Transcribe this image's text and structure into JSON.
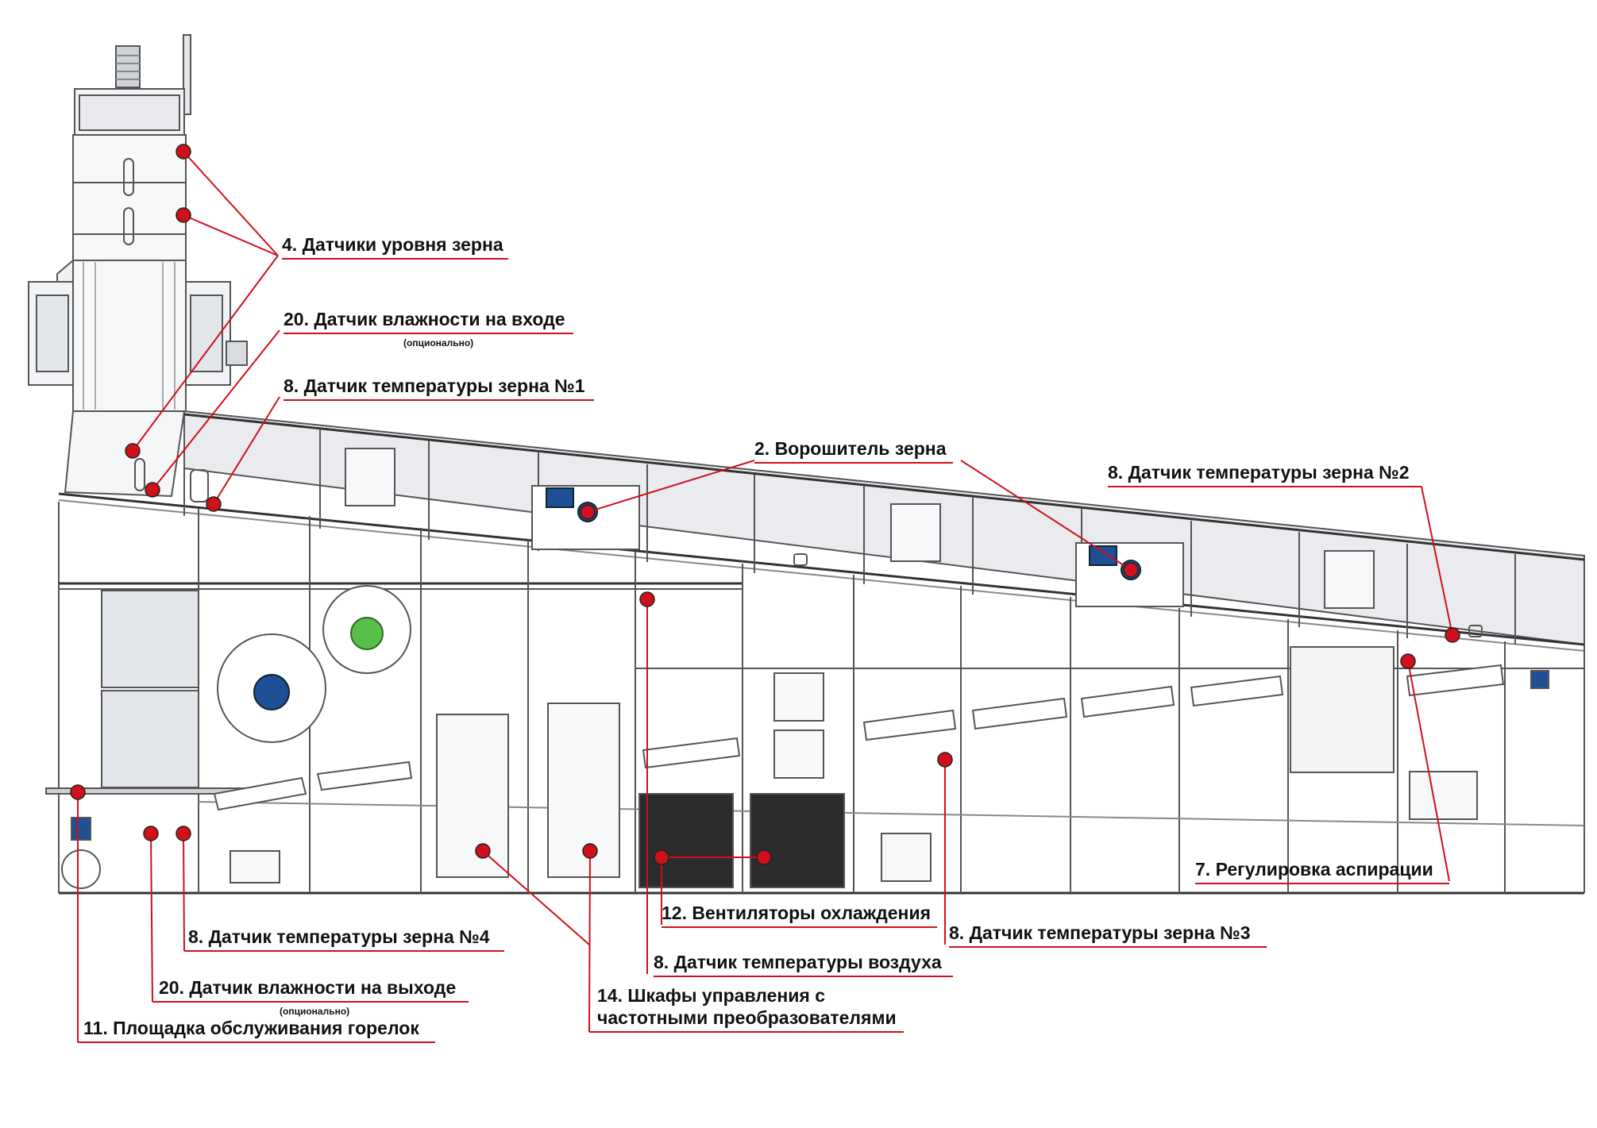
{
  "colors": {
    "marker": "#d0101b",
    "leader": "#d0101b",
    "frame": "#555555",
    "panel": "#e3e6ea",
    "panel_light": "#f2f3f5",
    "motor_blue": "#1f4f94",
    "motor_green": "#58c04a",
    "label_text": "#111111"
  },
  "icons": {
    "sensor_marker": "red-dot-icon",
    "blue_motor": "blue-fan-motor-icon",
    "green_motor": "green-fan-motor-icon",
    "agitator_drive": "gear-motor-icon"
  },
  "callouts": [
    {
      "id": "c4",
      "text": "4. Датчики уровня зерна",
      "note": ""
    },
    {
      "id": "c20in",
      "text": "20. Датчик влажности на входе",
      "note": "(опционально)"
    },
    {
      "id": "c8g1",
      "text": "8. Датчик температуры зерна №1",
      "note": ""
    },
    {
      "id": "c2",
      "text": "2. Ворошитель зерна",
      "note": ""
    },
    {
      "id": "c8g2",
      "text": "8. Датчик температуры зерна №2",
      "note": ""
    },
    {
      "id": "c7",
      "text": "7. Регулировка аспирации",
      "note": ""
    },
    {
      "id": "c12",
      "text": "12. Вентиляторы охлаждения",
      "note": ""
    },
    {
      "id": "c8g3",
      "text": "8. Датчик температуры зерна №3",
      "note": ""
    },
    {
      "id": "c8air",
      "text": "8. Датчик температуры воздуха",
      "note": ""
    },
    {
      "id": "c14",
      "text": "14. Шкафы управления с",
      "text2": "частотными преобразователями",
      "note": ""
    },
    {
      "id": "c8g4",
      "text": "8. Датчик температуры зерна №4",
      "note": ""
    },
    {
      "id": "c20out",
      "text": "20. Датчик влажности на выходе",
      "note": "(опционально)"
    },
    {
      "id": "c11",
      "text": "11. Площадка обслуживания горелок",
      "note": ""
    }
  ]
}
